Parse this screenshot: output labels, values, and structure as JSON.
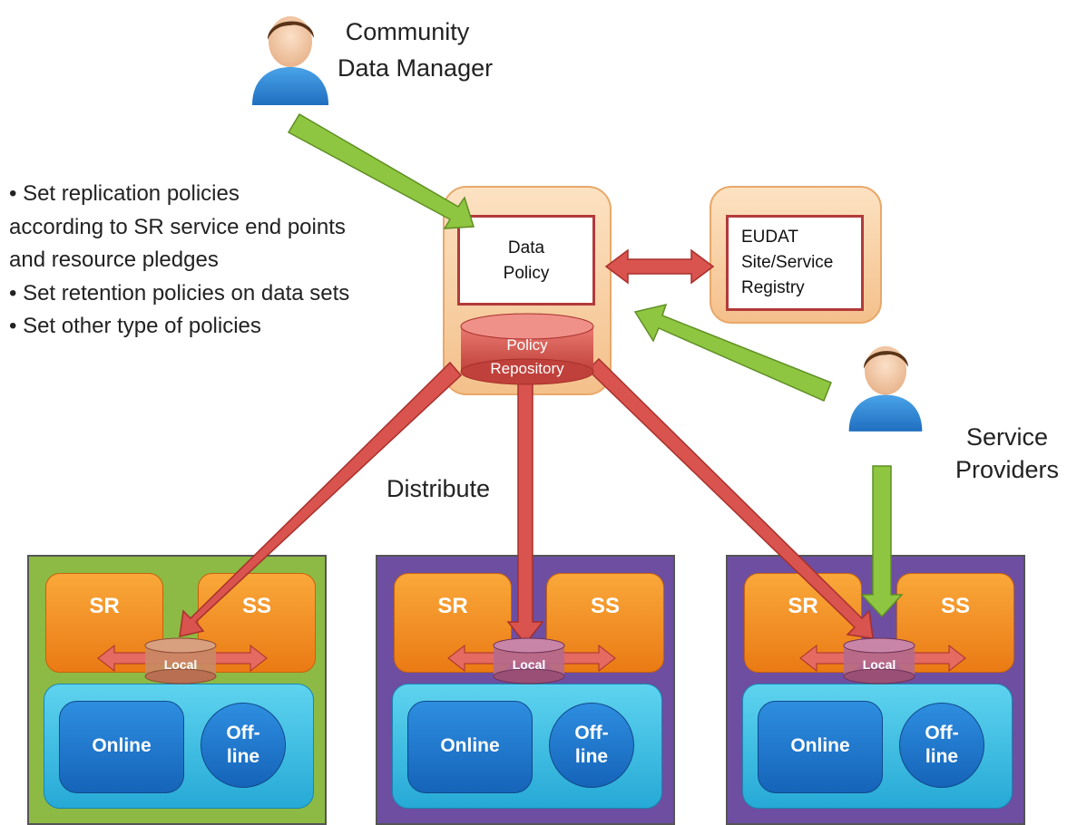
{
  "community": {
    "label_line1": "Community",
    "label_line2": "Data Manager"
  },
  "bullets": [
    "• Set replication policies",
    "according to SR service end points",
    "and resource pledges",
    "• Set retention policies on data sets",
    "• Set other type of policies"
  ],
  "hub": {
    "policy_line1": "Data",
    "policy_line2": "Policy",
    "repo_line1": "Policy",
    "repo_line2": "Repository"
  },
  "registry": {
    "line1": "EUDAT",
    "line2": "Site/Service",
    "line3": "Registry"
  },
  "providers": {
    "line1": "Service",
    "line2": "Providers"
  },
  "distribute_label": "Distribute",
  "sites": [
    {
      "color": "#8cba44",
      "sr": "SR",
      "ss": "SS",
      "local": "Local",
      "online": "Online",
      "offline_line1": "Off-",
      "offline_line2": "line"
    },
    {
      "color": "#6d4ea1",
      "sr": "SR",
      "ss": "SS",
      "local": "Local",
      "online": "Online",
      "offline_line1": "Off-",
      "offline_line2": "line"
    },
    {
      "color": "#6d4ea1",
      "sr": "SR",
      "ss": "SS",
      "local": "Local",
      "online": "Online",
      "offline_line1": "Off-",
      "offline_line2": "line"
    }
  ],
  "colors": {
    "green_arrow": "#8fc641",
    "red_arrow": "#d9534f",
    "hub_fill": "#f4c08b"
  },
  "icons": [
    "person-icon",
    "database-icon"
  ]
}
